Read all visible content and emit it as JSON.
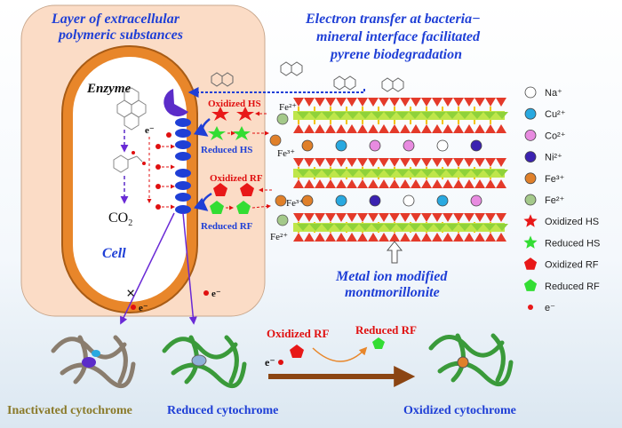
{
  "titles": {
    "eps_line1": "Layer of extracellular",
    "eps_line2": "polymeric substances",
    "et_line1": "Electron transfer at bacteria−",
    "et_line2": "mineral interface facilitated",
    "et_line3": "pyrene biodegradation",
    "mont_line1": "Metal ion modified",
    "mont_line2": "montmorillonite"
  },
  "cell": {
    "enzyme": "Enzyme",
    "co2": "CO",
    "co2_sub": "2",
    "cell": "Cell",
    "e_minus": "e⁻"
  },
  "labels": {
    "oxidized_hs": "Oxidized HS",
    "reduced_hs": "Reduced HS",
    "oxidized_rf": "Oxidized RF",
    "reduced_rf": "Reduced RF",
    "fe2": "Fe²⁺",
    "fe3": "Fe³⁺",
    "e_minus": "e⁻"
  },
  "legend": [
    {
      "label": "Na⁺",
      "shape": "circle",
      "color": "#ffffff"
    },
    {
      "label": "Cu²⁺",
      "shape": "circle",
      "color": "#29a9e0"
    },
    {
      "label": "Co²⁺",
      "shape": "circle",
      "color": "#e88be0"
    },
    {
      "label": "Ni²⁺",
      "shape": "circle",
      "color": "#3b22b0"
    },
    {
      "label": "Fe³⁺",
      "shape": "circle",
      "color": "#e0802a"
    },
    {
      "label": "Fe²⁺",
      "shape": "circle",
      "color": "#a4c98a"
    },
    {
      "label": "Oxidized HS",
      "shape": "star",
      "color": "#e81818"
    },
    {
      "label": "Reduced HS",
      "shape": "star",
      "color": "#33dd33"
    },
    {
      "label": "Oxidized RF",
      "shape": "pentagon",
      "color": "#e81818"
    },
    {
      "label": "Reduced RF",
      "shape": "pentagon",
      "color": "#33dd33"
    },
    {
      "label": "e⁻",
      "shape": "dot",
      "color": "#e81818"
    }
  ],
  "bottom": {
    "inactivated": "Inactivated cytochrome",
    "reduced": "Reduced cytochrome",
    "oxidized": "Oxidized cytochrome",
    "oxidized_rf": "Oxidized RF",
    "reduced_rf": "Reduced RF",
    "e_minus": "e⁻"
  },
  "colors": {
    "eps_fill": "#fbdcc6",
    "cell_wall": "#e8862a",
    "blue": "#1f3fd6",
    "red": "#e01010",
    "olive": "#8a7a2a",
    "arrow_brown": "#8b4513"
  }
}
